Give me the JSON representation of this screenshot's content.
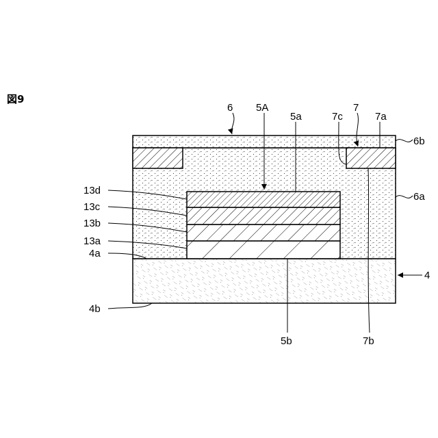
{
  "figure": {
    "label": "図9"
  },
  "reference_numerals": {
    "n6": "6",
    "n5A": "5A",
    "n5a": "5a",
    "n7c": "7c",
    "n7": "7",
    "n7a": "7a",
    "n6b": "6b",
    "n6a": "6a",
    "n13d": "13d",
    "n13c": "13c",
    "n13b": "13b",
    "n13a": "13a",
    "n4a": "4a",
    "n4": "4",
    "n4b": "4b",
    "n5b": "5b",
    "n7b": "7b"
  }
}
